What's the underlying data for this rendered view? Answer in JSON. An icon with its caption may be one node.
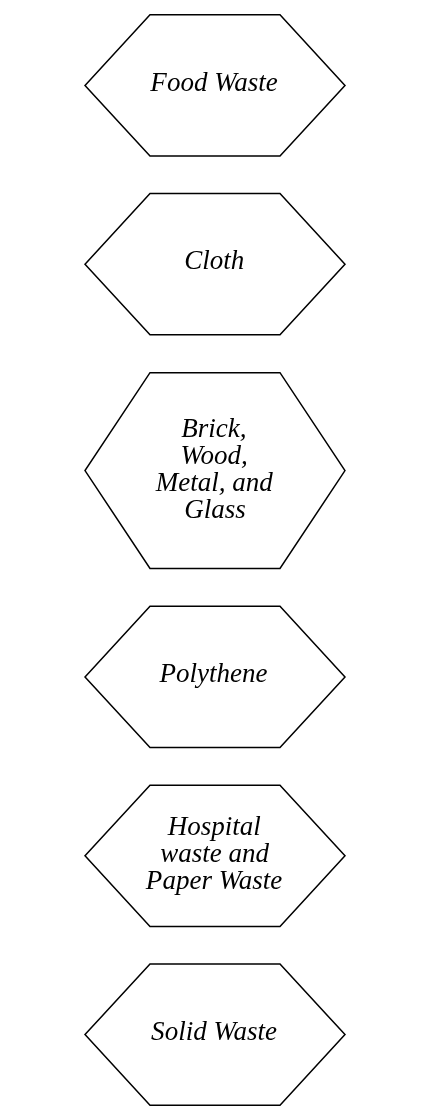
{
  "diagram": {
    "nodes": [
      {
        "text": [
          "Food Waste"
        ]
      },
      {
        "text": [
          "Cloth"
        ]
      },
      {
        "text": [
          "Brick, Wood, Metal, and Glass"
        ]
      },
      {
        "text": [
          "Polythene"
        ]
      },
      {
        "text": [
          "Hospital waste and Paper Waste"
        ]
      },
      {
        "text": [
          "Solid Waste"
        ]
      }
    ],
    "edges": []
  }
}
